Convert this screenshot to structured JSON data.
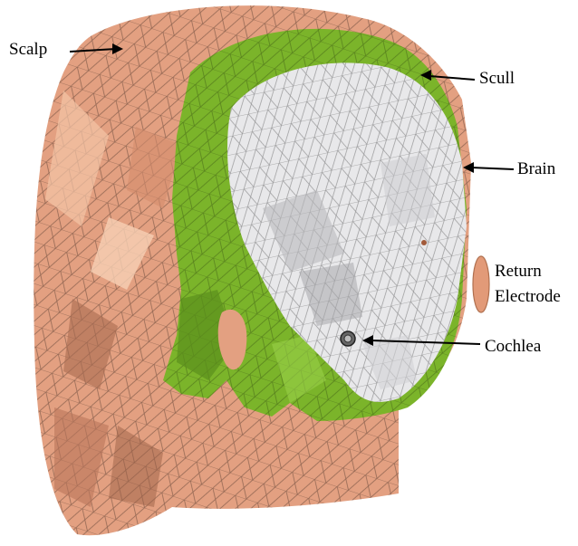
{
  "labels": {
    "scalp": "Scalp",
    "scull": "Scull",
    "brain": "Brain",
    "return_electrode_line1": "Return",
    "return_electrode_line2": "Electrode",
    "cochlea": "Cochlea"
  },
  "colors": {
    "scalp": "#e3a081",
    "scalp_dark": "#b9755a",
    "scalp_light": "#f3c4a6",
    "scull": "#7bb42a",
    "scull_dark": "#5b8e1c",
    "brain": "#e8e8ea",
    "brain_shadow": "#b9b9bd",
    "electrode": "#e29a78",
    "arrow": "#000000"
  },
  "icons": {
    "arrows": "arrow-icon"
  }
}
